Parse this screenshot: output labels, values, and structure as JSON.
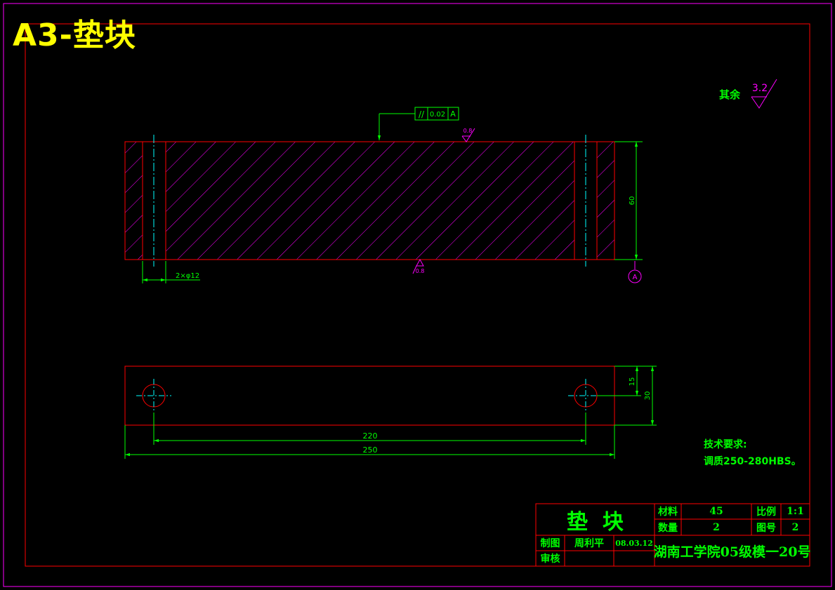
{
  "sheet": {
    "title": "A3-垫块"
  },
  "annotations": {
    "parallelism_symbol": "//",
    "parallelism_value": "0.02",
    "datum_letter": "A",
    "roughness_top": "0.8",
    "roughness_bottom": "0.8",
    "roughness_rest_label": "其余",
    "roughness_rest_value": "3.2",
    "hole_callout": "2×φ12",
    "dim_height": "60",
    "dim_hole_center": "15",
    "dim_width_side": "30",
    "dim_hole_pitch": "220",
    "dim_length": "250",
    "datum_circle": "A"
  },
  "notes": {
    "heading": "技术要求:",
    "line1": "调质250-280HBS。"
  },
  "title_block": {
    "part_name": "垫  块",
    "material_label": "材料",
    "material_value": "45",
    "scale_label": "比例",
    "scale_value": "1:1",
    "quantity_label": "数量",
    "quantity_value": "2",
    "drawing_no_label": "图号",
    "drawing_no_value": "2",
    "drawn_label": "制图",
    "drawn_by": "周利平",
    "date": "08.03.12",
    "checked_label": "审核",
    "school": "湖南工学院05级模一20号"
  },
  "colors": {
    "frame": "#ff00ff",
    "border": "#ff0000",
    "outline": "#ff0000",
    "hatch": "#ff00ff",
    "dimension": "#00ff00",
    "centerline": "#00ffff",
    "text": "#00ff00",
    "title": "#ffff00"
  }
}
